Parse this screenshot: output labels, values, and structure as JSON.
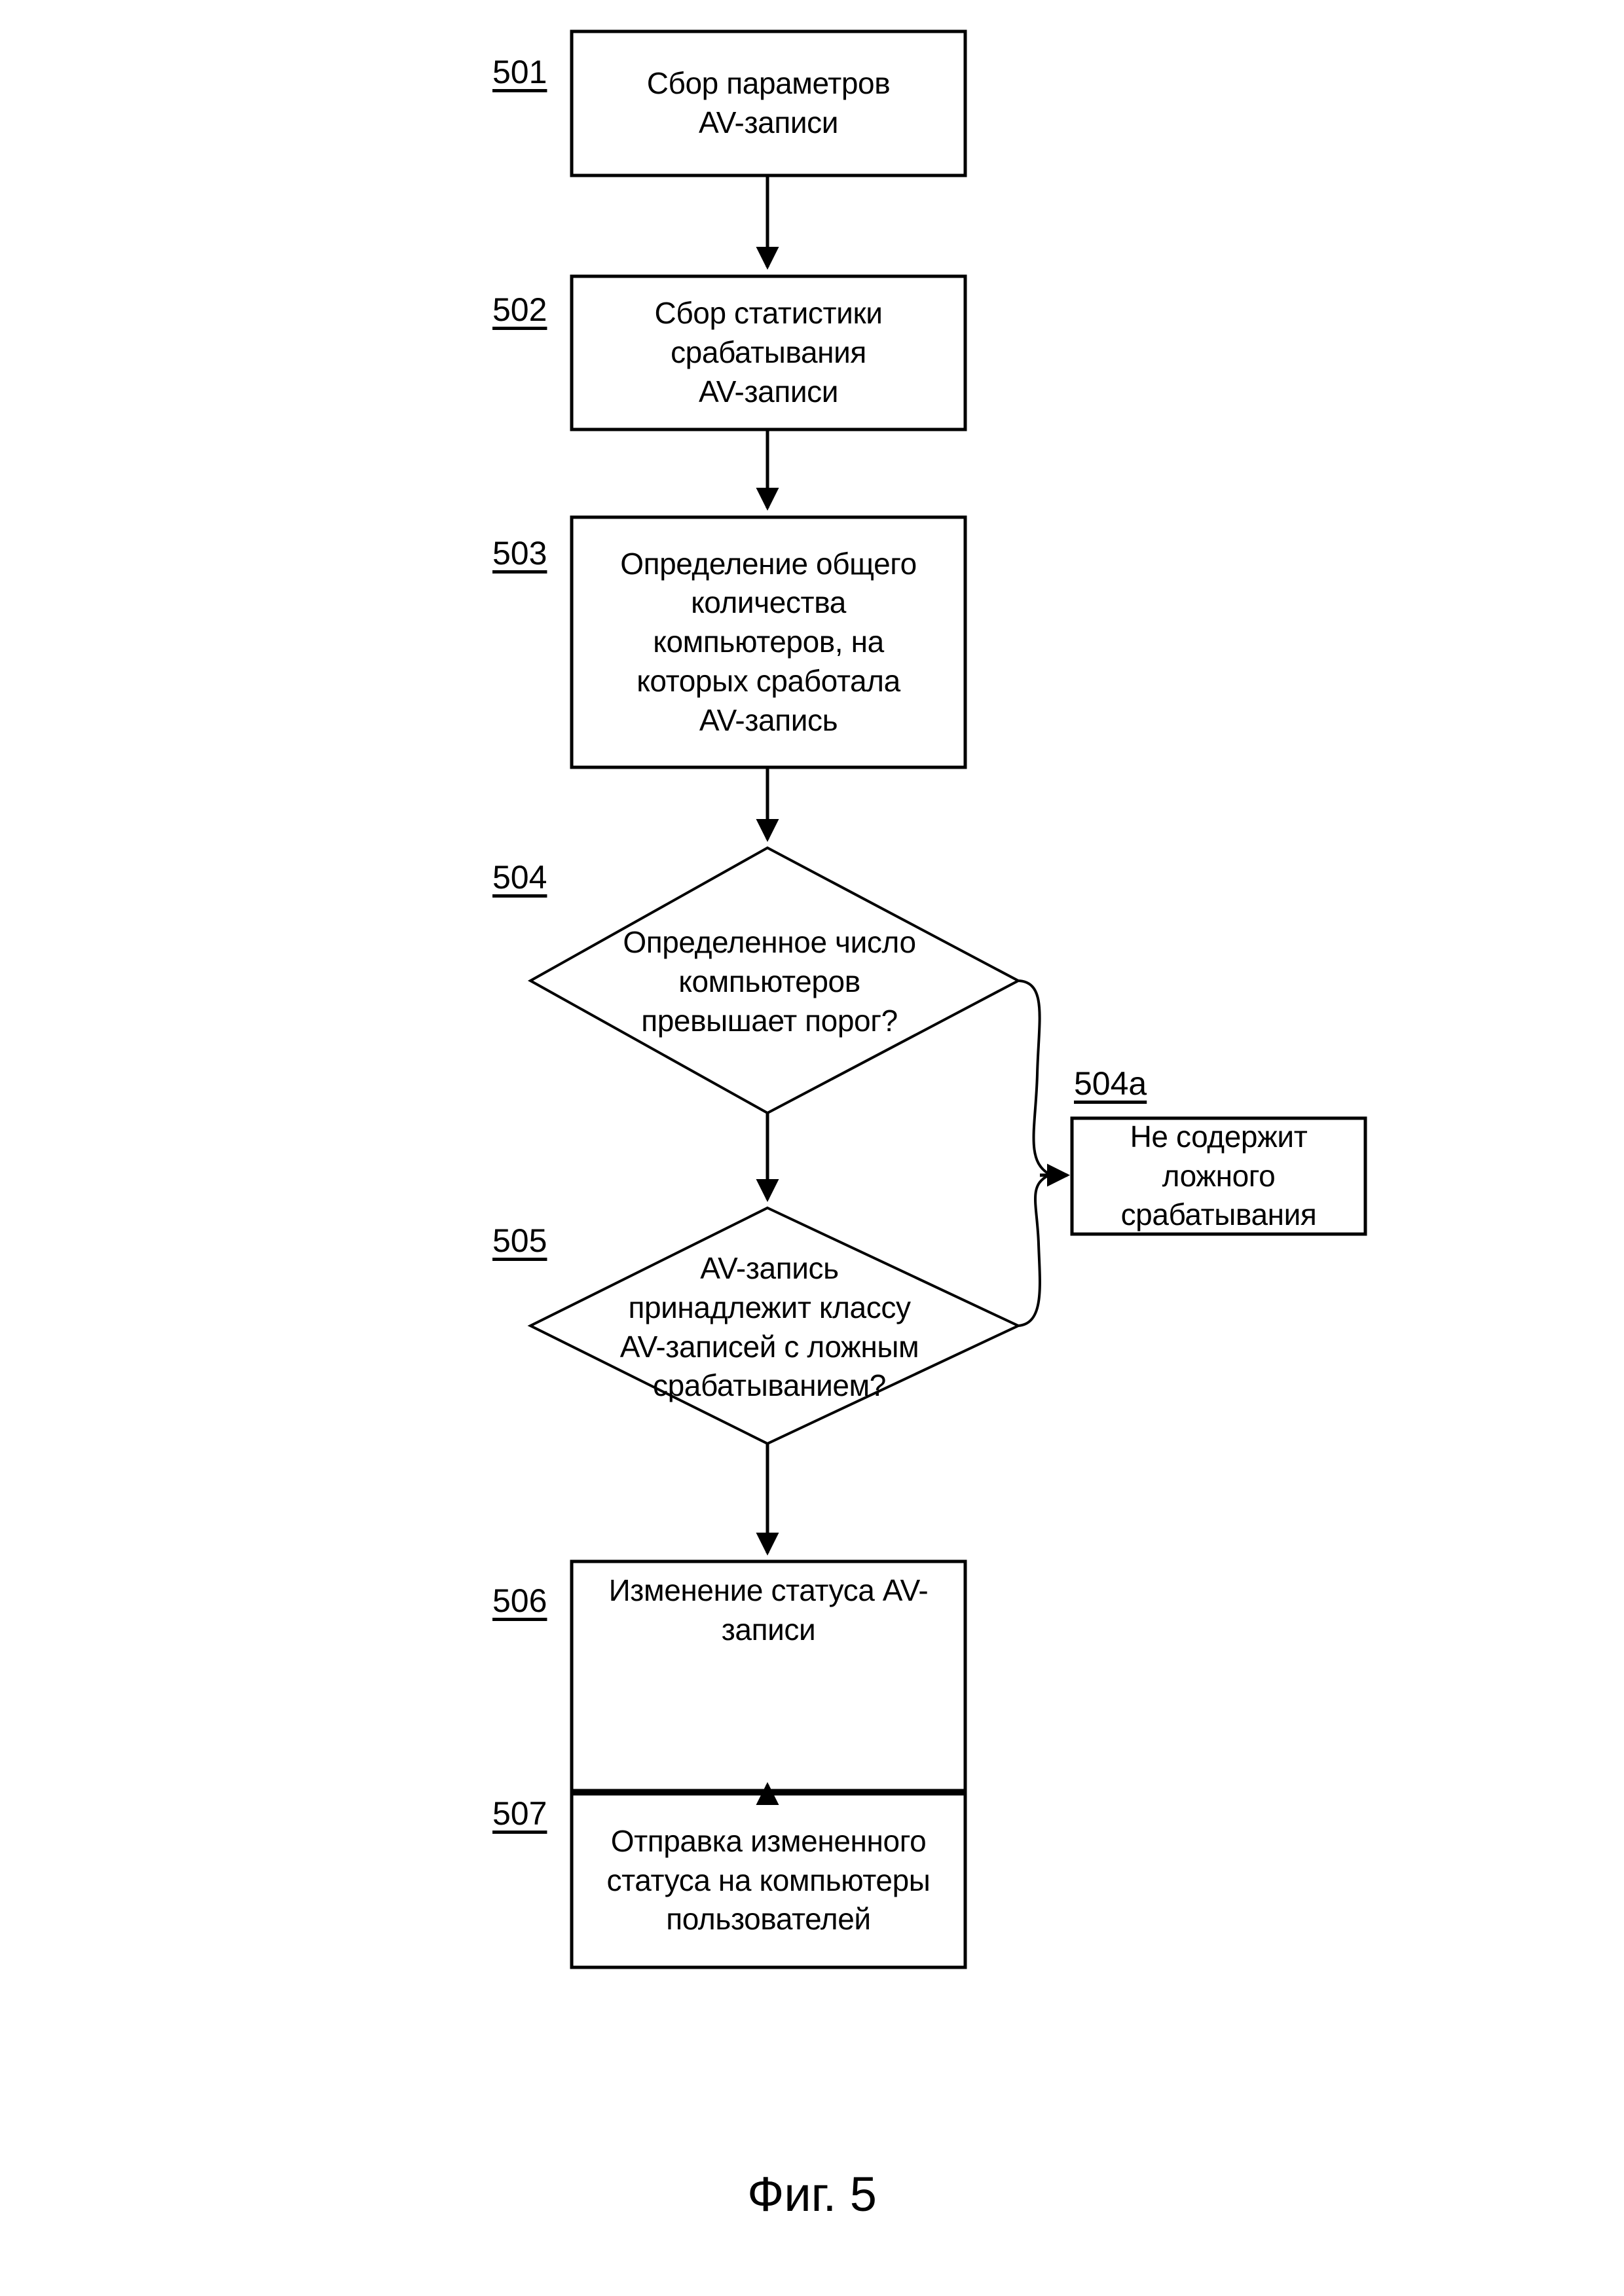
{
  "figure": {
    "caption": "Фиг. 5",
    "colors": {
      "background": "#ffffff",
      "stroke": "#000000",
      "text": "#000000"
    }
  },
  "chart_data": {
    "type": "diagram",
    "title": "Фиг. 5",
    "diagram_kind": "flowchart",
    "orientation": "top-to-bottom",
    "nodes": [
      {
        "id": "501",
        "ref": "501",
        "shape": "rectangle",
        "text": "Сбор параметров\nAV-записи"
      },
      {
        "id": "502",
        "ref": "502",
        "shape": "rectangle",
        "text": "Сбор статистики\nсрабатывания\nAV-записи"
      },
      {
        "id": "503",
        "ref": "503",
        "shape": "rectangle",
        "text": "Определение общего\nколичества\nкомпьютеров, на\nкоторых сработала\nAV-запись"
      },
      {
        "id": "504",
        "ref": "504",
        "shape": "diamond",
        "text": "Определенное число\nкомпьютеров\nпревышает порог?"
      },
      {
        "id": "504a",
        "ref": "504a",
        "shape": "rectangle",
        "text": "Не содержит ложного\nсрабатывания"
      },
      {
        "id": "505",
        "ref": "505",
        "shape": "diamond",
        "text": "AV-запись\nпринадлежит классу\nAV-записей с ложным\nсрабатыванием?"
      },
      {
        "id": "506",
        "ref": "506",
        "shape": "rectangle",
        "text": "Изменение статуса AV-\nзаписи"
      },
      {
        "id": "507",
        "ref": "507",
        "shape": "rectangle",
        "text": "Отправка измененного\nстатуса на компьютеры\nпользователей"
      }
    ],
    "edges": [
      {
        "from": "501",
        "to": "502",
        "style": "straight-arrow",
        "label": ""
      },
      {
        "from": "502",
        "to": "503",
        "style": "straight-arrow",
        "label": ""
      },
      {
        "from": "503",
        "to": "504",
        "style": "straight-arrow",
        "label": ""
      },
      {
        "from": "504",
        "to": "505",
        "style": "straight-arrow",
        "label": ""
      },
      {
        "from": "504",
        "to": "504a",
        "style": "curved-arrow",
        "label": ""
      },
      {
        "from": "505",
        "to": "504a",
        "style": "curved-arrow",
        "label": ""
      },
      {
        "from": "505",
        "to": "506",
        "style": "straight-arrow",
        "label": ""
      },
      {
        "from": "506",
        "to": "507",
        "style": "straight-arrow",
        "label": ""
      }
    ]
  }
}
